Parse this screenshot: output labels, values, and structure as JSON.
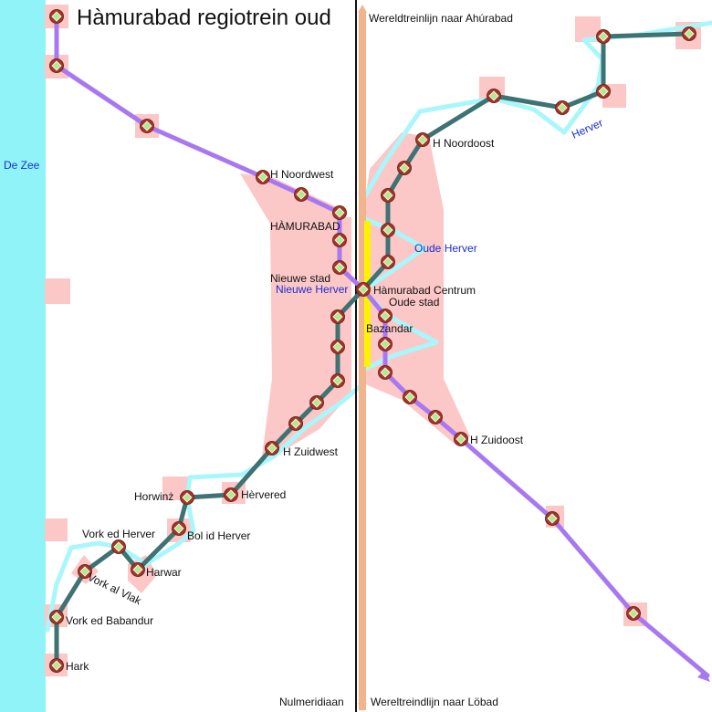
{
  "title": "Hàmurabad regiotrein oud",
  "colors": {
    "sea": "#8ff3f8",
    "water": "#a9f7fb",
    "urban": "#fcc7c7",
    "line_purple": "#a878f0",
    "line_teal": "#3f7272",
    "meridian": "#111111",
    "world_rail": "#f2b48d",
    "highlight": "#fff200",
    "station_outer": "#a0362a",
    "station_inner": "#b8e88c"
  },
  "labels": {
    "sea": "De Zee",
    "world_north": "Wereldtreinlijn naar Ahúrabad",
    "world_south": "Wereltreindlijn naar Löbad",
    "meridian": "Nulmeridiaan",
    "river_herver": "Herver",
    "river_oude_herver": "Oude Herver",
    "river_nieuwe_herver": "Nieuwe Herver"
  },
  "stations": [
    {
      "id": "h-noordwest",
      "name": "H Noordwest"
    },
    {
      "id": "hamurabad",
      "name": "HÀMURABAD"
    },
    {
      "id": "nieuwe-stad",
      "name": "Nieuwe stad"
    },
    {
      "id": "hamurabad-centrum",
      "name": "Hàmurabad Centrum"
    },
    {
      "id": "oude-stad",
      "name": "Oude stad"
    },
    {
      "id": "bazandar",
      "name": "Bazandar"
    },
    {
      "id": "h-noordoost",
      "name": "H Noordoost"
    },
    {
      "id": "h-zuidoost",
      "name": "H Zuidoost"
    },
    {
      "id": "h-zuidwest",
      "name": "H Zuidwest"
    },
    {
      "id": "hervered",
      "name": "Hèrvered"
    },
    {
      "id": "horwinz",
      "name": "Horwinż"
    },
    {
      "id": "bol-id-herver",
      "name": "Bol id Herver"
    },
    {
      "id": "vork-ed-herver",
      "name": "Vork ed Herver"
    },
    {
      "id": "harwar",
      "name": "Harwar"
    },
    {
      "id": "vork-al-vlak",
      "name": "Vork al Vlak"
    },
    {
      "id": "vork-ed-babandur",
      "name": "Vork ed Babandur"
    },
    {
      "id": "hark",
      "name": "Hark"
    }
  ]
}
